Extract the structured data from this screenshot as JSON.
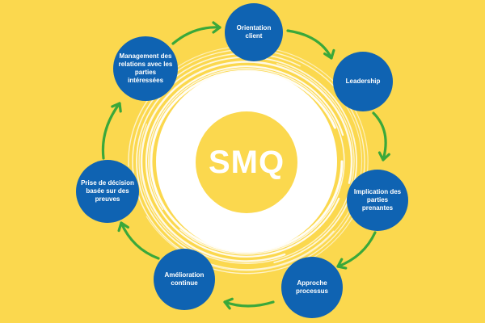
{
  "center": {
    "label": "SMQ"
  },
  "principles": [
    {
      "id": "orientation-client",
      "label": "Orientation client"
    },
    {
      "id": "leadership",
      "label": "Leadership"
    },
    {
      "id": "implication",
      "label": "Implication des parties prenantes"
    },
    {
      "id": "approche-processus",
      "label": "Approche processus"
    },
    {
      "id": "amelioration-continue",
      "label": "Amélioration continue"
    },
    {
      "id": "prise-de-decision",
      "label": "Prise de décision basée sur des preuves"
    },
    {
      "id": "management-relations",
      "label": "Management des relations avec les parties intéressées"
    }
  ],
  "colors": {
    "background": "#fbd84e",
    "node": "#0f63b2",
    "arrow": "#3aa83a",
    "ring": "#ffffff"
  }
}
